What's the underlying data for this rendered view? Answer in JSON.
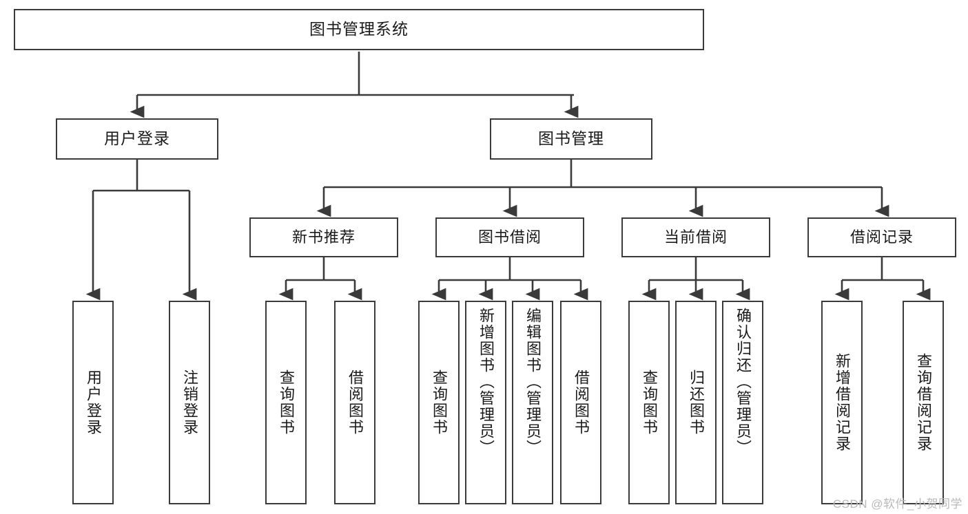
{
  "diagram": {
    "title_node": {
      "label": "图书管理系统"
    },
    "level2": [
      {
        "id": "user-login",
        "label": "用户登录"
      },
      {
        "id": "book-management",
        "label": "图书管理"
      }
    ],
    "level3": [
      {
        "id": "new-book-recommend",
        "label": "新书推荐"
      },
      {
        "id": "book-borrow",
        "label": "图书借阅"
      },
      {
        "id": "current-borrow",
        "label": "当前借阅"
      },
      {
        "id": "borrow-record",
        "label": "借阅记录"
      }
    ],
    "leaves": [
      {
        "id": "leaf-user-login",
        "label": "用户登录",
        "parent": "user-login"
      },
      {
        "id": "leaf-logout-login",
        "label": "注销登录",
        "parent": "user-login"
      },
      {
        "id": "leaf-query-book-1",
        "label": "查询图书",
        "parent": "new-book-recommend"
      },
      {
        "id": "leaf-borrow-book-1",
        "label": "借阅图书",
        "parent": "new-book-recommend"
      },
      {
        "id": "leaf-query-book-2",
        "label": "查询图书",
        "parent": "book-borrow"
      },
      {
        "id": "leaf-add-book",
        "label": "新增图书（管理员）",
        "parent": "book-borrow"
      },
      {
        "id": "leaf-edit-book",
        "label": "编辑图书（管理员）",
        "parent": "book-borrow"
      },
      {
        "id": "leaf-borrow-book-2",
        "label": "借阅图书",
        "parent": "book-borrow"
      },
      {
        "id": "leaf-query-book-3",
        "label": "查询图书",
        "parent": "current-borrow"
      },
      {
        "id": "leaf-return-book",
        "label": "归还图书",
        "parent": "current-borrow"
      },
      {
        "id": "leaf-confirm-return",
        "label": "确认归还（管理员）",
        "parent": "current-borrow"
      },
      {
        "id": "leaf-add-borrow-record",
        "label": "新增借阅记录",
        "parent": "borrow-record"
      },
      {
        "id": "leaf-query-borrow-record",
        "label": "查询借阅记录",
        "parent": "borrow-record"
      }
    ],
    "colors": {
      "border": "#3a3a3a",
      "background": "#ffffff",
      "text": "#1a1a1a",
      "watermark": "#b9b9b9"
    }
  },
  "watermark": {
    "text": "CSDN @软件_小贺同学"
  }
}
